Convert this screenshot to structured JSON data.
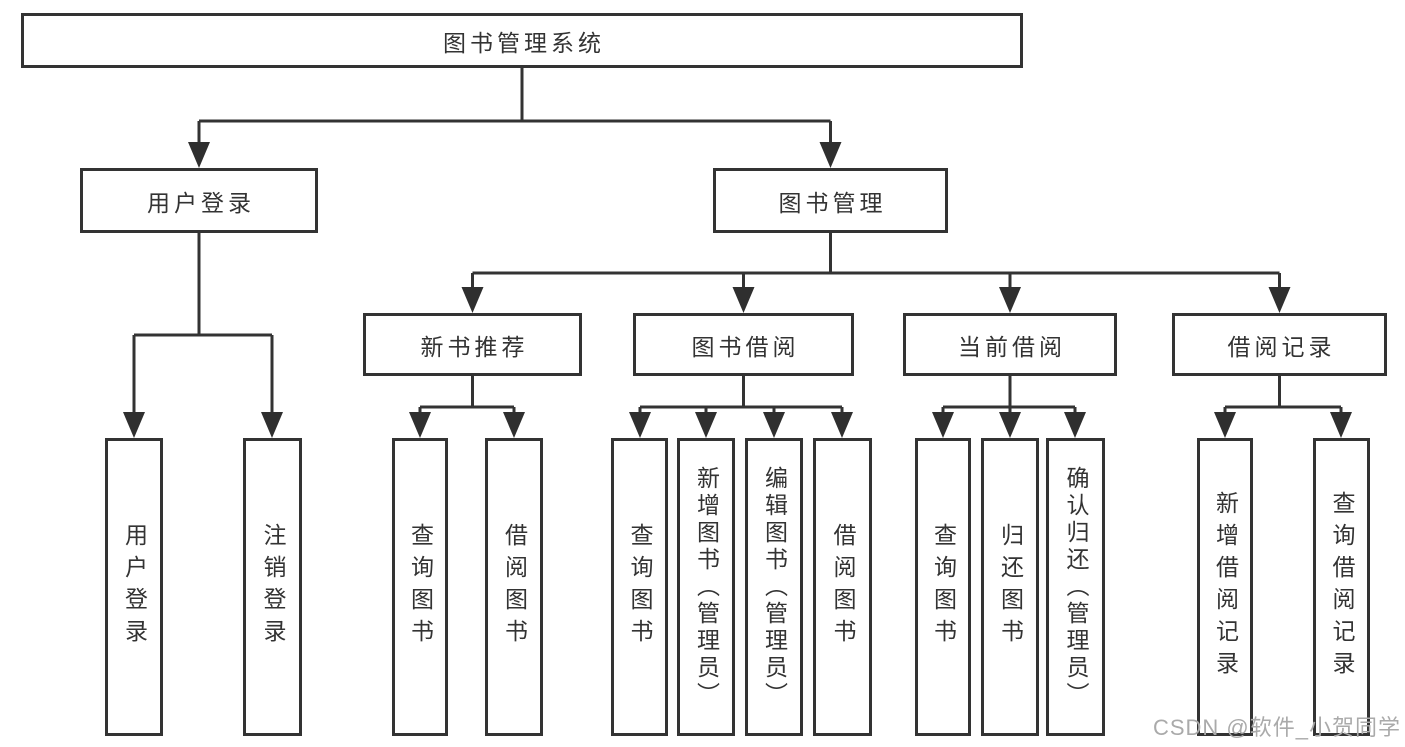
{
  "root": {
    "label": "图书管理系统"
  },
  "level2": [
    {
      "label": "用户登录"
    },
    {
      "label": "图书管理"
    }
  ],
  "level3": [
    {
      "label": "新书推荐"
    },
    {
      "label": "图书借阅"
    },
    {
      "label": "当前借阅"
    },
    {
      "label": "借阅记录"
    }
  ],
  "leaves": {
    "user": [
      "用户登录",
      "注销登录"
    ],
    "recommend": [
      "查询图书",
      "借阅图书"
    ],
    "borrow": [
      "查询图书",
      "新增图书（管理员）",
      "编辑图书（管理员）",
      "借阅图书"
    ],
    "current": [
      "查询图书",
      "归还图书",
      "确认归还（管理员）"
    ],
    "records": [
      "新增借阅记录",
      "查询借阅记录"
    ]
  },
  "watermark": "CSDN @软件_小贺同学",
  "colors": {
    "line": "#333333",
    "text": "#333333",
    "box_border": "#333333",
    "watermark": "#aaaaaa",
    "background": "#ffffff"
  }
}
